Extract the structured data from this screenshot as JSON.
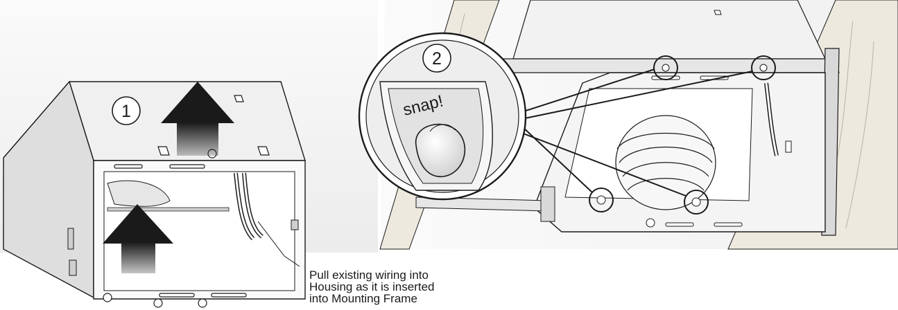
{
  "steps": {
    "step1": {
      "number": "1"
    },
    "step2": {
      "number": "2"
    }
  },
  "detail": {
    "snap_label": "snap!"
  },
  "callout": {
    "lines": [
      "Pull existing wiring into",
      "Housing as it is inserted",
      "into Mounting Frame"
    ]
  },
  "colors": {
    "line": "#1a1a1a",
    "metal": "#e8e8e8",
    "arrow": "#1a1a1a",
    "wood": "#e9e6df"
  }
}
